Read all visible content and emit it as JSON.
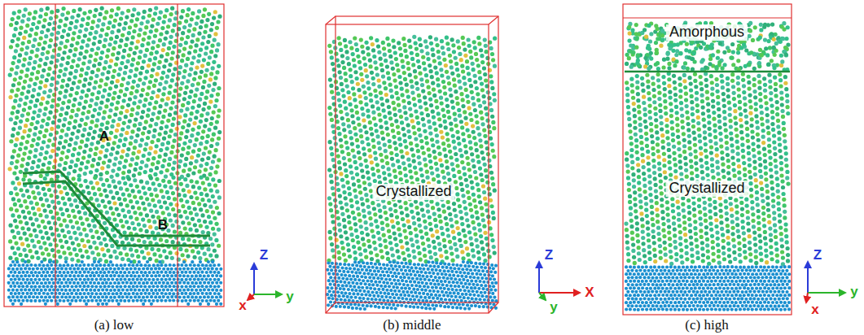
{
  "diagram": {
    "labels": [
      "A",
      "B",
      "Crystallized",
      "Amorphous",
      "Crystallized",
      "Z",
      "x",
      "y",
      "Z",
      "y",
      "X",
      "Z",
      "y",
      "x",
      "(a) low",
      "(b) middle",
      "(c) high"
    ]
  }
}
